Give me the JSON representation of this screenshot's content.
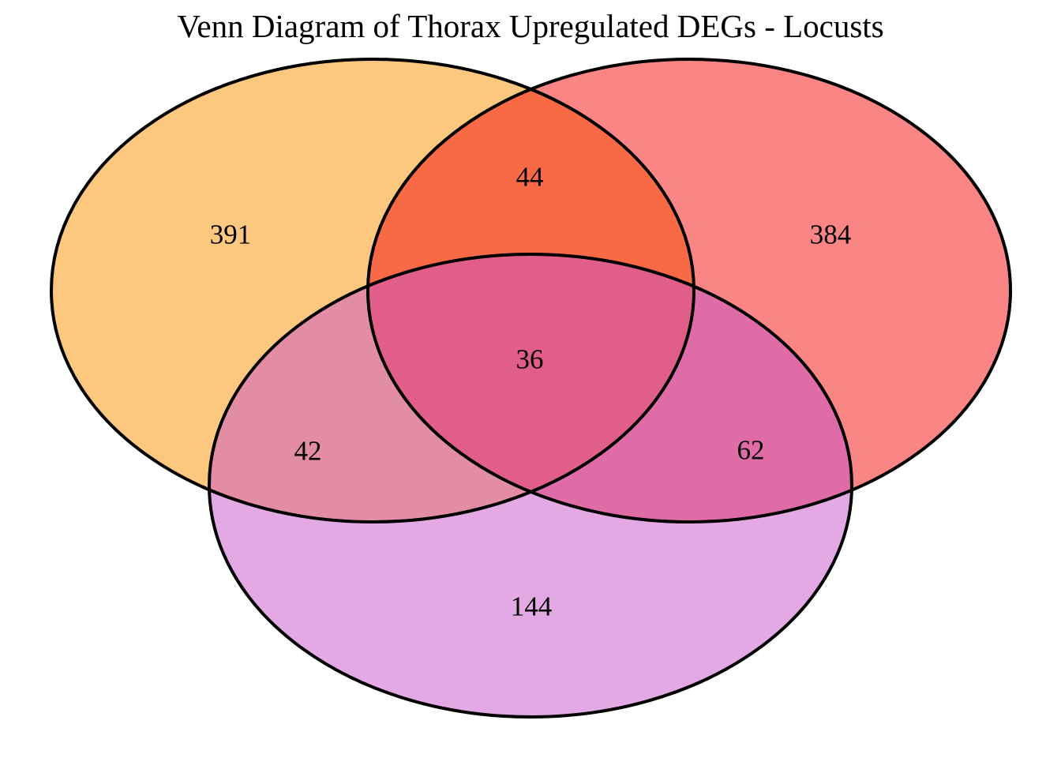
{
  "title": "Venn Diagram of Thorax Upregulated DEGs - Locusts",
  "colors": {
    "left_set_fill": "#F98F00",
    "right_set_fill": "#F30B0B",
    "bottom_set_fill": "#C753C9",
    "outline": "#000000",
    "background": "#FFFFFF",
    "label_text": "#000000"
  },
  "chart_data": {
    "type": "venn",
    "title": "Venn Diagram of Thorax Upregulated DEGs - Locusts",
    "num_sets": 3,
    "set_labels_visible": false,
    "region_counts": {
      "left_only": 391,
      "right_only": 384,
      "bottom_only": 144,
      "left_and_right": 44,
      "left_and_bottom": 42,
      "right_and_bottom": 62,
      "all_three": 36
    },
    "region_colors_observed": {
      "left_only": "#FCC77F",
      "right_only": "#F98585",
      "bottom_only": "#E3A9E4",
      "left_and_right": "#F9694A",
      "left_and_bottom": "#E18DA4",
      "right_and_bottom": "#E06CA7",
      "all_three": "#DF5E87"
    },
    "layout": {
      "fill_opacity": 0.5,
      "legend": "none",
      "grid": false
    }
  }
}
